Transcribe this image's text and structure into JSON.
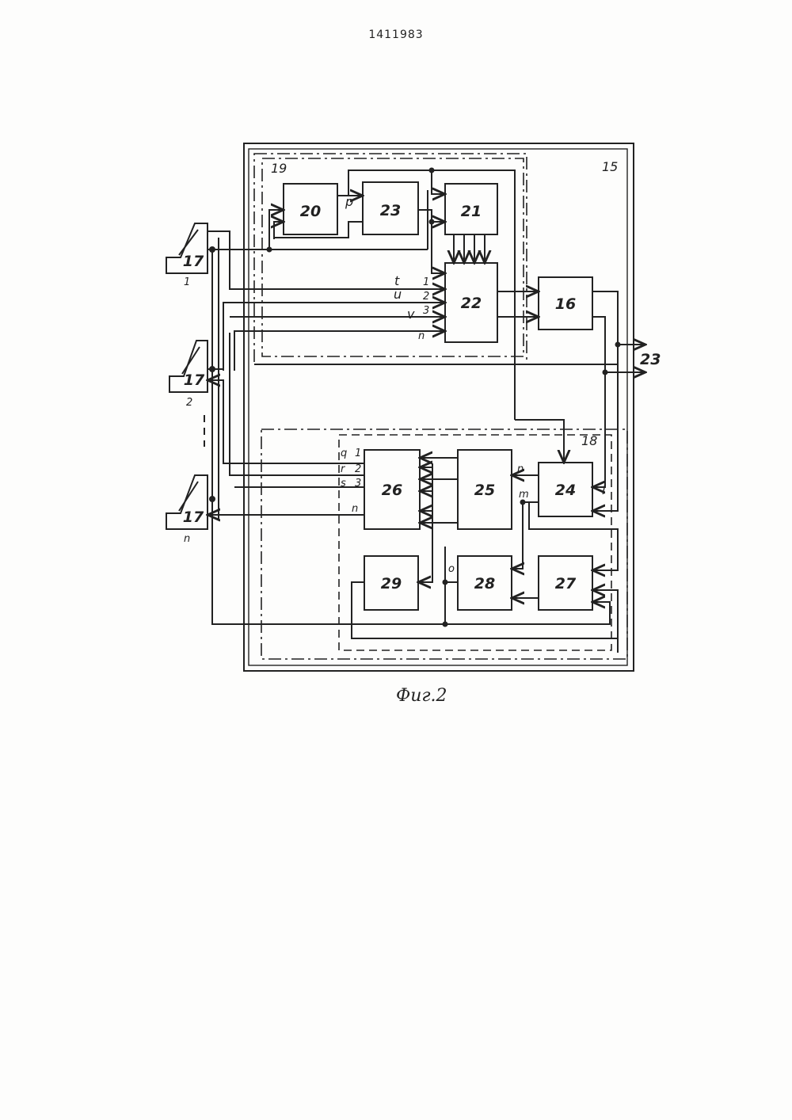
{
  "patent_number": "1411983",
  "figure_caption": "Фиг.2",
  "blocks": {
    "b15": "15",
    "b16": "16",
    "b18": "18",
    "b19": "19",
    "b20": "20",
    "b21": "21",
    "b22": "22",
    "b23": "23",
    "b24": "24",
    "b25": "25",
    "b26": "26",
    "b27": "27",
    "b28": "28",
    "b29": "29",
    "out23": "23"
  },
  "terminals": [
    {
      "label": "17",
      "index": "1"
    },
    {
      "label": "17",
      "index": "2"
    },
    {
      "label": "17",
      "index": "n"
    }
  ],
  "signals": {
    "p": "p",
    "t": "t",
    "u": "u",
    "v": "v",
    "n": "n",
    "m": "m",
    "l": "l",
    "o": "o",
    "q": "q",
    "r": "r",
    "s": "s"
  },
  "inputs22": [
    "1",
    "2",
    "3",
    "n"
  ],
  "inputs26": [
    "1",
    "2",
    "3",
    "n"
  ],
  "colors": {
    "ink": "#222222",
    "paper": "#fdfdfc"
  }
}
